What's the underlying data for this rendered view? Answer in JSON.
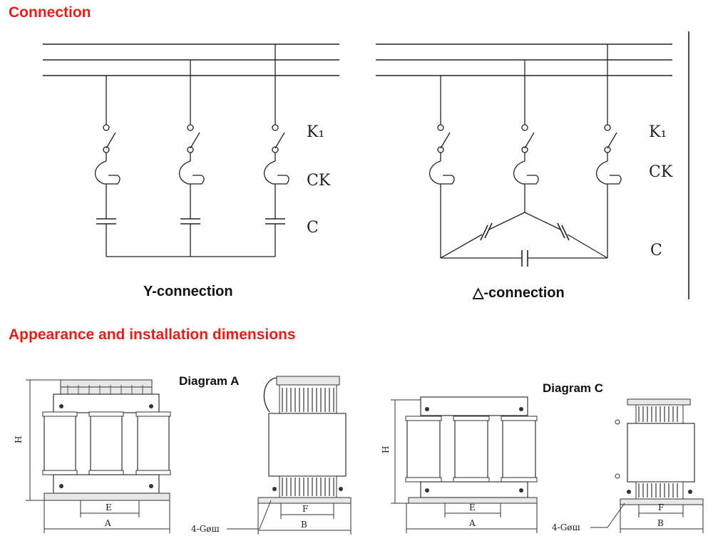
{
  "sections": {
    "connection": "Connection",
    "appearance": "Appearance and installation dimensions"
  },
  "circuit_labels": {
    "switch": "K₁",
    "contactor": "CK",
    "capacitor": "C"
  },
  "captions": {
    "y_connection": "Y-connection",
    "delta_connection": "△-connection"
  },
  "diagrams": {
    "a_label": "Diagram A",
    "c_label": "Diagram C"
  },
  "dimension_labels": {
    "H": "H",
    "E": "E",
    "A": "A",
    "F": "F",
    "B": "B",
    "holes": "4-Gøш"
  }
}
